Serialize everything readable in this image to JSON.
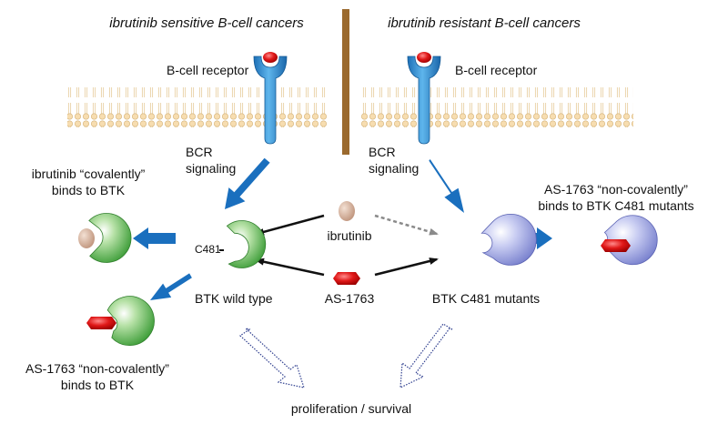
{
  "headers": {
    "left": "ibrutinib sensitive B-cell cancers",
    "right": "ibrutinib resistant B-cell cancers"
  },
  "receptor": {
    "left_label": "B-cell receptor",
    "right_label": "B-cell receptor"
  },
  "signaling": {
    "left_line1": "BCR",
    "left_line2": "signaling",
    "right_line1": "BCR",
    "right_line2": "signaling"
  },
  "annotations": {
    "ibrutinib_cov_line1": "ibrutinib “covalently”",
    "ibrutinib_cov_line2": "binds to BTK",
    "as_noncov_wt_line1": "AS-1763 “non-covalently”",
    "as_noncov_wt_line2": "binds to BTK",
    "as_noncov_mut_line1": "AS-1763 “non-covalently”",
    "as_noncov_mut_line2": "binds to BTK C481 mutants"
  },
  "btk": {
    "wild_type_label": "BTK wild type",
    "mutants_label": "BTK C481 mutants",
    "site_label": "C481"
  },
  "drugs": {
    "ibrutinib": "ibrutinib",
    "as1763": "AS-1763"
  },
  "outcome": {
    "label": "proliferation / survival"
  },
  "colors": {
    "green": "#5fb85a",
    "purple": "#a9aee6",
    "blue_arrow": "#1a6fbe",
    "receptor_blue": "#2a86cf",
    "divider": "#9b6a2e",
    "red_drug": "#d01010",
    "ibrutinib_drug": "#d6b4a0"
  }
}
